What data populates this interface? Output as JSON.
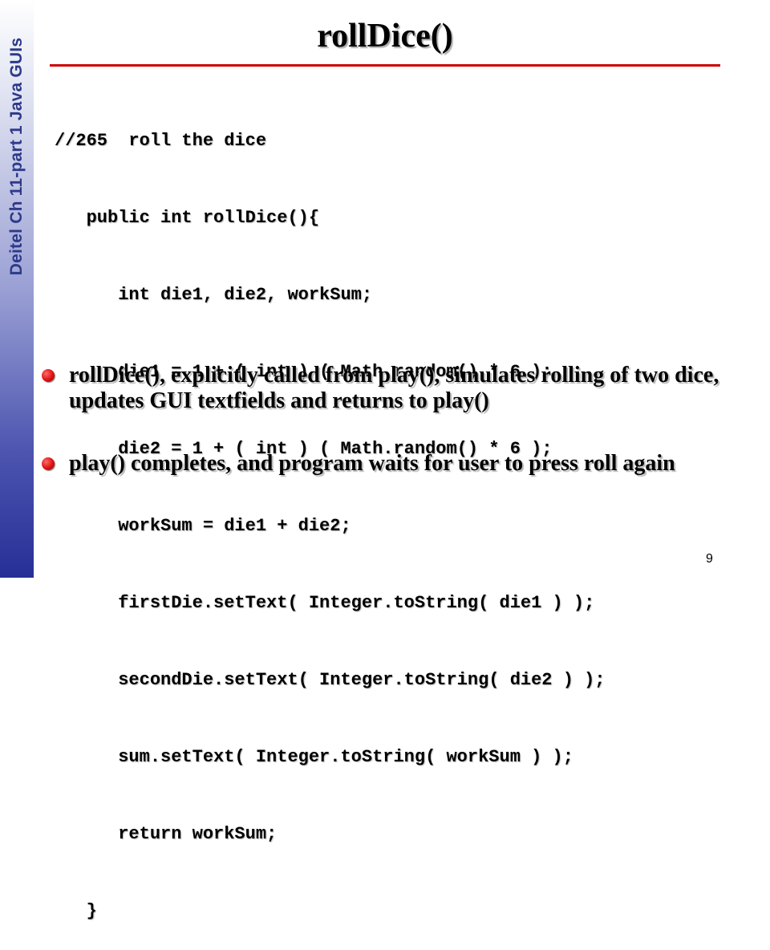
{
  "sidebar": {
    "label": "Deitel Ch 11-part 1  Java GUIs"
  },
  "slide": {
    "title": "rollDice()",
    "code_lines": [
      "//265  roll the dice",
      "   public int rollDice(){",
      "      int die1, die2, workSum;",
      "      die1 = 1 + ( int ) ( Math.random() * 6 );",
      "      die2 = 1 + ( int ) ( Math.random() * 6 );",
      "      workSum = die1 + die2;",
      "      firstDie.setText( Integer.toString( die1 ) );",
      "      secondDie.setText( Integer.toString( die2 ) );",
      "      sum.setText( Integer.toString( workSum ) );",
      "      return workSum;",
      "   }"
    ],
    "bullets": [
      "rollDice(), explicitly called from play(), simulates rolling of two dice, updates GUI textfields and returns to play()",
      "play() completes, and program waits for user to press roll again"
    ],
    "page_number": "9"
  },
  "colors": {
    "title_rule": "#cc0000",
    "bullet": "#dd1111",
    "sidebar_text": "#2d3a8a"
  }
}
